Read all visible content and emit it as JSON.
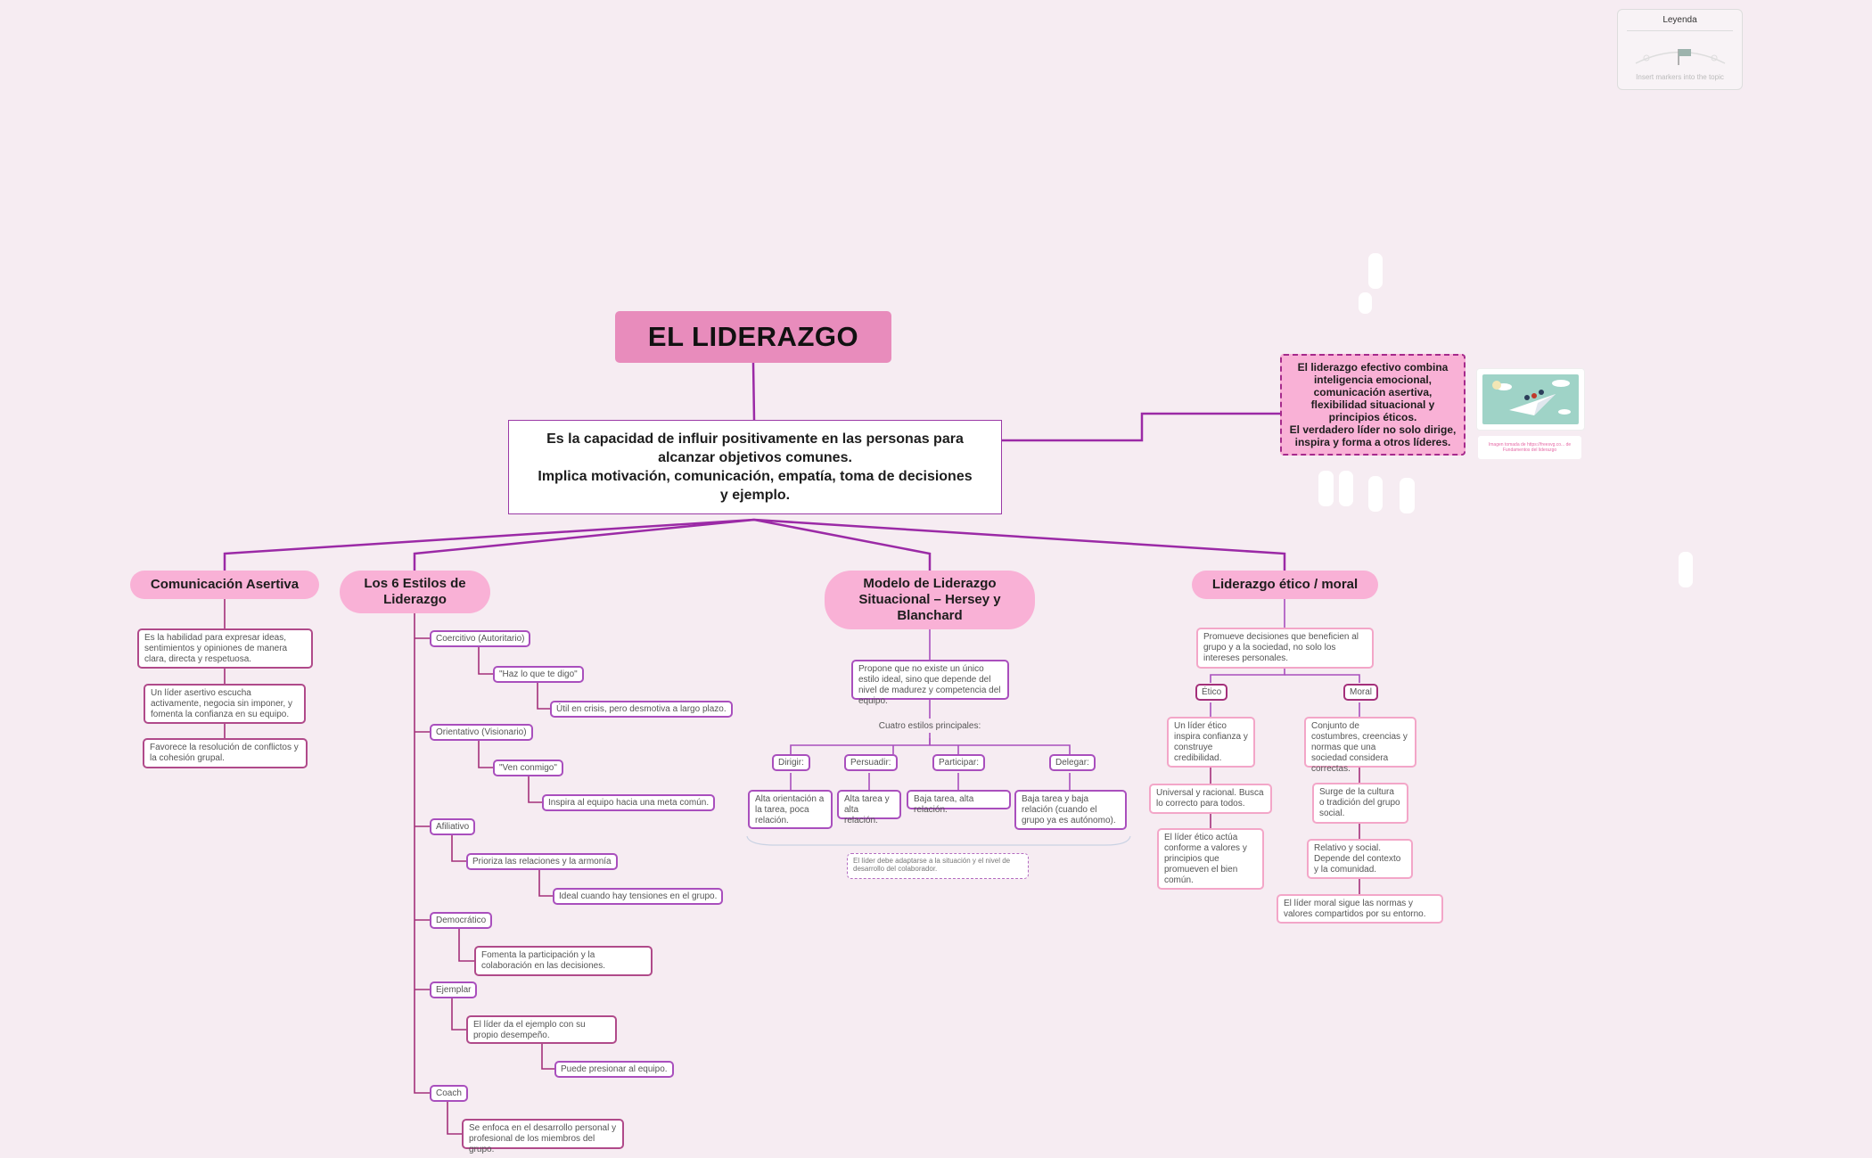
{
  "root": {
    "title": "EL LIDERAZGO"
  },
  "central": {
    "text": "Es la capacidad de influir positivamente en las personas para alcanzar objetivos comunes.\nImplica motivación, comunicación, empatía, toma de decisiones y ejemplo."
  },
  "summary": {
    "text": "El liderazgo efectivo combina inteligencia emocional, comunicación asertiva, flexibilidad situacional y principios éticos.\nEl verdadero líder no solo dirige, inspira y forma a otros líderes."
  },
  "image_caption": "Imagen tomada de https://freesvg.co... de Fundamentos del liderazgo",
  "legend": {
    "title": "Leyenda",
    "hint": "Insert markers into the topic"
  },
  "comunicacion": {
    "title": "Comunicación Asertiva",
    "items": [
      "Es la habilidad para expresar ideas, sentimientos y opiniones de manera clara, directa y respetuosa.",
      "Un líder asertivo escucha activamente, negocia sin imponer, y fomenta la confianza en su equipo.",
      "Favorece la resolución de conflictos y la cohesión grupal."
    ]
  },
  "estilos": {
    "title": "Los 6 Estilos de\nLiderazgo",
    "coercitivo": "Coercitivo (Autoritario)",
    "coercitivo_1": "\"Haz lo que te digo\"",
    "coercitivo_2": "Útil en crisis, pero desmotiva a largo plazo.",
    "orientativo": "Orientativo (Visionario)",
    "orientativo_1": "\"Ven conmigo\"",
    "orientativo_2": "Inspira al equipo hacia una meta común.",
    "afiliativo": "Afiliativo",
    "afiliativo_1": "Prioriza las relaciones y la armonía",
    "afiliativo_2": "Ideal cuando hay tensiones en el grupo.",
    "democratico": "Democrático",
    "democratico_1": "Fomenta la participación y la colaboración en las decisiones.",
    "ejemplar": "Ejemplar",
    "ejemplar_1": "El líder da el ejemplo con su propio desempeño.",
    "ejemplar_2": "Puede presionar al equipo.",
    "coach": "Coach",
    "coach_1": "Se enfoca en el desarrollo personal y profesional de los miembros del grupo."
  },
  "modelo": {
    "title": "Modelo de Liderazgo\nSituacional – Hersey y\nBlanchard",
    "intro": "Propone que no existe un único estilo ideal, sino que depende del nivel de madurez y competencia del equipo.",
    "subtitle": "Cuatro estilos principales:",
    "styles": [
      {
        "name": "Dirigir:",
        "desc": "Alta orientación a la tarea, poca relación."
      },
      {
        "name": "Persuadir:",
        "desc": "Alta tarea y alta relación."
      },
      {
        "name": "Participar:",
        "desc": "Baja tarea, alta relación."
      },
      {
        "name": "Delegar:",
        "desc": "Baja tarea y baja relación (cuando el grupo ya es autónomo)."
      }
    ],
    "note": "El líder debe adaptarse a la situación y el nivel de desarrollo del colaborador."
  },
  "etico": {
    "title": "Liderazgo ético / moral",
    "intro": "Promueve decisiones que beneficien al grupo y a la sociedad, no solo los intereses personales.",
    "etico_label": "Ético",
    "etico_items": [
      "Un líder ético inspira confianza y construye credibilidad.",
      "Universal y racional. Busca lo correcto para todos.",
      "El líder ético actúa conforme a valores y principios que promueven el bien común."
    ],
    "moral_label": "Moral",
    "moral_items": [
      "Conjunto de costumbres, creencias y normas que una sociedad considera correctas.",
      "Surge de la cultura o tradición del grupo social.",
      "Relativo y social. Depende del contexto y la comunidad.",
      "El líder moral sigue las normas y valores compartidos por su entorno."
    ]
  },
  "colors": {
    "background": "#f6ecf2",
    "line": "#9b2aa6",
    "root": "#e88cbc",
    "branch": "#f9b1d6"
  }
}
